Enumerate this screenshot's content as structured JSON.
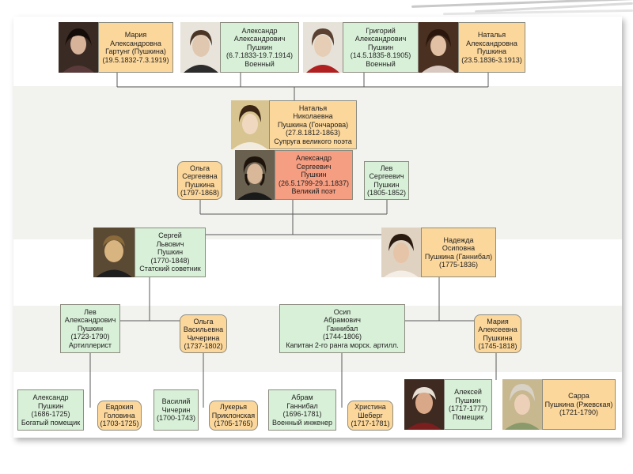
{
  "people": {
    "maria_gartung": "Мария\nАлександровна\nГартунг (Пушкина)\n(19.5.1832-7.3.1919)",
    "alexander_a": "Александр\nАлександрович\nПушкин\n(6.7.1833-19.7.1914)\nВоенный",
    "grigory": "Григорий\nАлександрович\nПушкин\n(14.5.1835-8.1905)\nВоенный",
    "natalya_a": "Наталья\nАлександровна\nПушкина\n(23.5.1836-3.1913)",
    "natalya_n": "Наталья\nНиколаевна\nПушкина (Гончарова)\n(27.8.1812-1863)\nСупруга великого поэта",
    "alexander_s": "Александр\nСергеевич\nПушкин\n(26.5.1799-29.1.1837)\nВеликий поэт",
    "olga_s": "Ольга\nСергеевна\nПушкина\n(1797-1868)",
    "lev_s": "Лев\nСергеевич\nПушкин\n(1805-1852)",
    "sergey": "Сергей\nЛьвович\nПушкин\n(1770-1848)\nСтатский советник",
    "nadezhda": "Надежда\nОсиповна\nПушкина (Ганнибал)\n(1775-1836)",
    "lev_a": "Лев\nАлександрович\nПушкин\n(1723-1790)\nАртиллерист",
    "olga_v": "Ольга\nВасильевна\nЧичерина\n(1737-1802)",
    "osip": "Осип\nАбрамович\nГаннибал\n(1744-1806)\nКапитан 2-го ранга морск. артилл.",
    "maria_a": "Мария\nАлексеевна\nПушкина\n(1745-1818)",
    "alexander_p": "Александр\nПушкин\n(1686-1725)\nБогатый помещик",
    "evdokia": "Евдокия\nГоловина\n(1703-1725)",
    "vasily": "Василий\nЧичерин\n(1700-1743)",
    "lukerya": "Лукерья\nПриклонская\n(1705-1765)",
    "abram": "Абрам\nГаннибал\n(1696-1781)\nВоенный инженер",
    "khristina": "Христина\nШеберг\n(1717-1781)",
    "alexey": "Алексей\nПушкин\n(1717-1777)\nПомещик",
    "sarra": "Сарра\nПушкина (Ржевская)\n(1721-1790)"
  },
  "colors": {
    "male_card": "#d8f0d8",
    "female_card": "#fcd79b",
    "poet_card": "#f69e82",
    "band_shade": "#f2f3ee",
    "line": "#5a5a5a"
  },
  "icons": {
    "portrait": "person-portrait-icon"
  }
}
